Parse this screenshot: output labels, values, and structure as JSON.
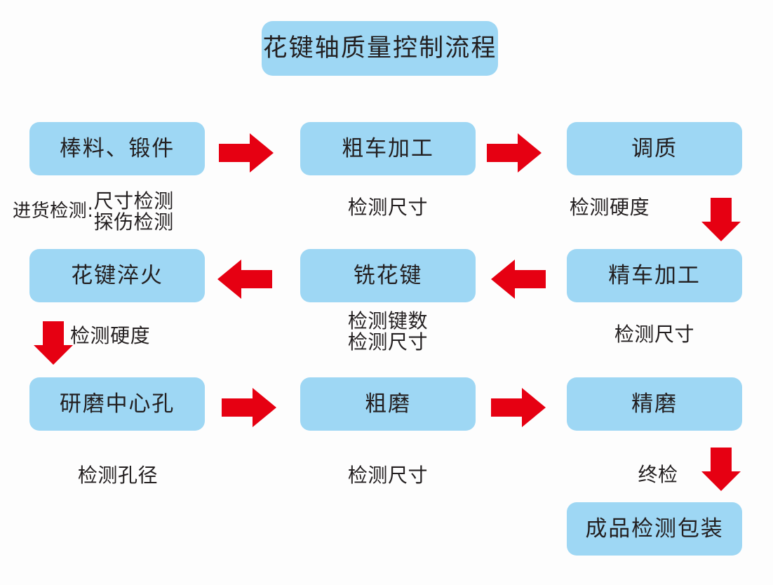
{
  "title": {
    "label": "花键轴质量控制流程"
  },
  "colors": {
    "box_fill": "#9ed7f4",
    "arrow_red": "#e60012",
    "text": "#231f20",
    "background": "#fdfdfd"
  },
  "steps": {
    "raw_material": "棒料、锻件",
    "rough_turning": "粗车加工",
    "quench_temper": "调质",
    "spline_quench": "花键淬火",
    "mill_spline": "铣花键",
    "fine_turning": "精车加工",
    "grind_center_hole": "研磨中心孔",
    "rough_grinding": "粗磨",
    "fine_grinding": "精磨",
    "final_inspect_pack": "成品检测包装"
  },
  "captions": {
    "incoming_lead": "进货检测:",
    "incoming_line1": "尺寸检测",
    "incoming_line2": "探伤检测",
    "rough_turning_check": "检测尺寸",
    "quench_temper_check": "检测硬度",
    "spline_quench_check": "检测硬度",
    "mill_spline_check1": "检测键数",
    "mill_spline_check2": "检测尺寸",
    "fine_turning_check": "检测尺寸",
    "grind_hole_check": "检测孔径",
    "rough_grinding_check": "检测尺寸",
    "final_check": "终检"
  },
  "arrows": {
    "right_1": "arrow-right-icon",
    "right_2": "arrow-right-icon",
    "left_1": "arrow-left-icon",
    "left_2": "arrow-left-icon",
    "right_3": "arrow-right-icon",
    "right_4": "arrow-right-icon",
    "down_1": "arrow-down-icon",
    "down_2": "arrow-down-icon",
    "down_3": "arrow-down-icon"
  }
}
